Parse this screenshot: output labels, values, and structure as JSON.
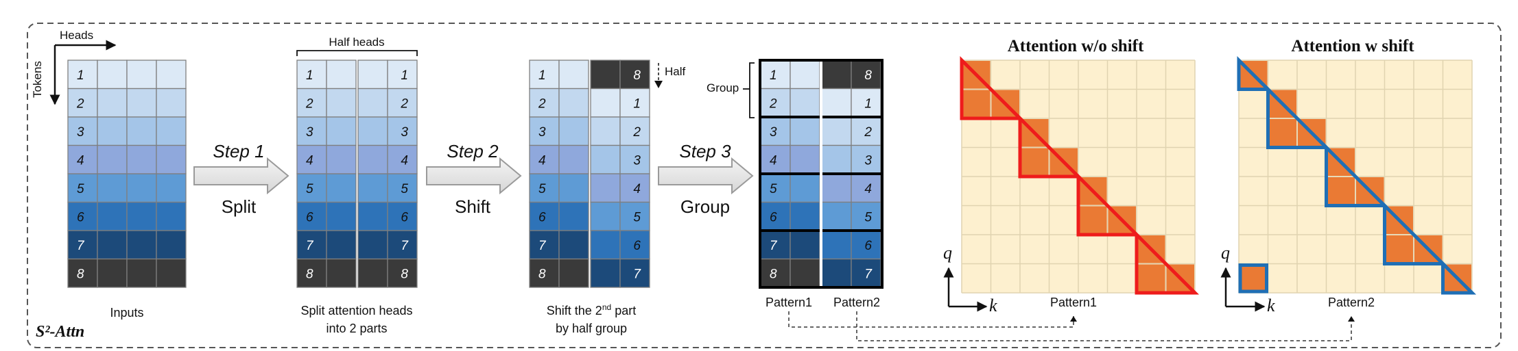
{
  "figure_label": "S²-Attn",
  "inputs": {
    "axis_heads": "Heads",
    "axis_tokens": "Tokens",
    "numbers": [
      "1",
      "2",
      "3",
      "4",
      "5",
      "6",
      "7",
      "8"
    ],
    "caption": "Inputs"
  },
  "steps": [
    {
      "step": "Step 1",
      "action": "Split"
    },
    {
      "step": "Step 2",
      "action": "Shift"
    },
    {
      "step": "Step 3",
      "action": "Group"
    }
  ],
  "split": {
    "brace_label": "Half heads",
    "left_numbers": [
      "1",
      "2",
      "3",
      "4",
      "5",
      "6",
      "7",
      "8"
    ],
    "right_numbers": [
      "1",
      "2",
      "3",
      "4",
      "5",
      "6",
      "7",
      "8"
    ],
    "caption_line1": "Split attention heads",
    "caption_line2": "into 2 parts"
  },
  "shift": {
    "half_label": "Half",
    "left_numbers": [
      "1",
      "2",
      "3",
      "4",
      "5",
      "6",
      "7",
      "8"
    ],
    "right_numbers": [
      "8",
      "1",
      "2",
      "3",
      "4",
      "5",
      "6",
      "7"
    ],
    "caption_line1_pre": "Shift the 2",
    "caption_line1_sup": "nd",
    "caption_line1_post": " part",
    "caption_line2": "by half group"
  },
  "group": {
    "group_label": "Group",
    "left_numbers": [
      "1",
      "2",
      "3",
      "4",
      "5",
      "6",
      "7",
      "8"
    ],
    "right_numbers": [
      "8",
      "1",
      "2",
      "3",
      "4",
      "5",
      "6",
      "7"
    ],
    "pattern_labels": [
      "Pattern1",
      "Pattern2"
    ]
  },
  "matrices": [
    {
      "title": "Attention w/o shift",
      "q_label": "q",
      "k_label": "k",
      "pattern": "Pattern1",
      "outline_color": "#ee1c1c"
    },
    {
      "title": "Attention w shift",
      "q_label": "q",
      "k_label": "k",
      "pattern": "Pattern2",
      "outline_color": "#1f6fb5"
    }
  ],
  "colors": {
    "row_colors": [
      "#dce9f6",
      "#c2d8ef",
      "#a4c5e8",
      "#8fa8dc",
      "#5e9bd5",
      "#2e73b8",
      "#1c4a7a",
      "#3a3a3a"
    ],
    "matrix_bg": "#fdf0cf",
    "matrix_cell": "#ea7a34",
    "frame_dash": "#555555"
  }
}
